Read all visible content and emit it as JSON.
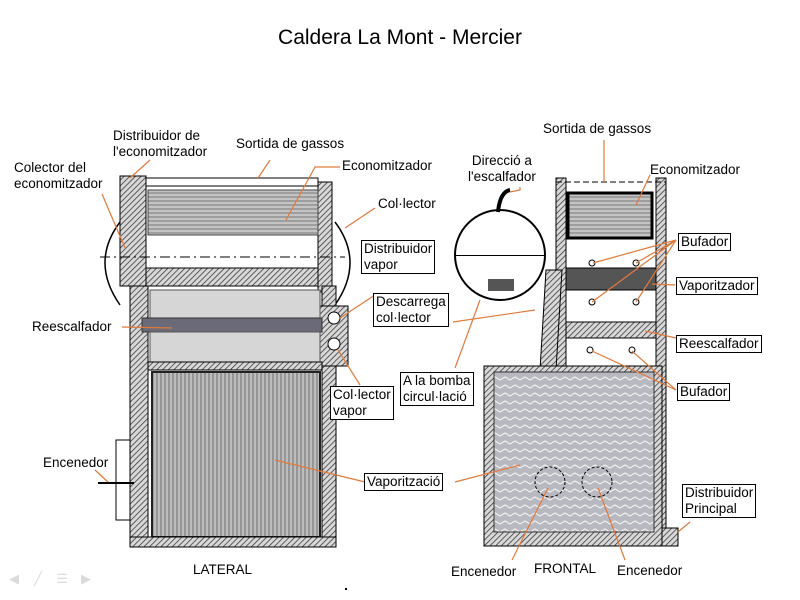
{
  "title": "Caldera La Mont - Mercier",
  "lateral_view": {
    "caption": "LATERAL",
    "labels": {
      "distribuidor_economitzador": "Distribuidor de\nl'economitzador",
      "sortida_gassos": "Sortida de gassos",
      "colector_economitzador": "Colector del\neconomitzador",
      "economitzador": "Economitzador",
      "collector": "Col·lector",
      "reescalfador": "Reescalfador",
      "encenedor": "Encenedor"
    },
    "boxed_labels": {
      "distribuidor_vapor": "Distribuidor\nvapor",
      "descarrega_collector": "Descarrega\ncol·lector",
      "collector_vapor": "Col·lector\nvapor",
      "vaporitzacio": "Vaporització"
    }
  },
  "frontal_view": {
    "caption": "FRONTAL",
    "labels": {
      "sortida_gassos": "Sortida de gassos",
      "direccio_escalfador": "Direcció a\nl'escalfador",
      "economitzador": "Economitzador",
      "encenedor_left": "Encenedor",
      "encenedor_right": "Encenedor"
    },
    "boxed_labels": {
      "bufador_top": "Bufador",
      "vaporitzador": "Vaporitzador",
      "reescalfador": "Reescalfador",
      "bufador_bottom": "Bufador",
      "a_la_bomba": "A la bomba\ncircul·lació",
      "distribuidor_principal": "Distribuidor\nPrincipal"
    }
  },
  "slide_nav": {
    "icons": [
      "prev-arrow-icon",
      "pen-icon",
      "menu-icon",
      "next-arrow-icon"
    ]
  },
  "colors": {
    "leader_line": "#e07a3c",
    "hatch": "#555555",
    "fill_grey": "#9a9a9a"
  }
}
